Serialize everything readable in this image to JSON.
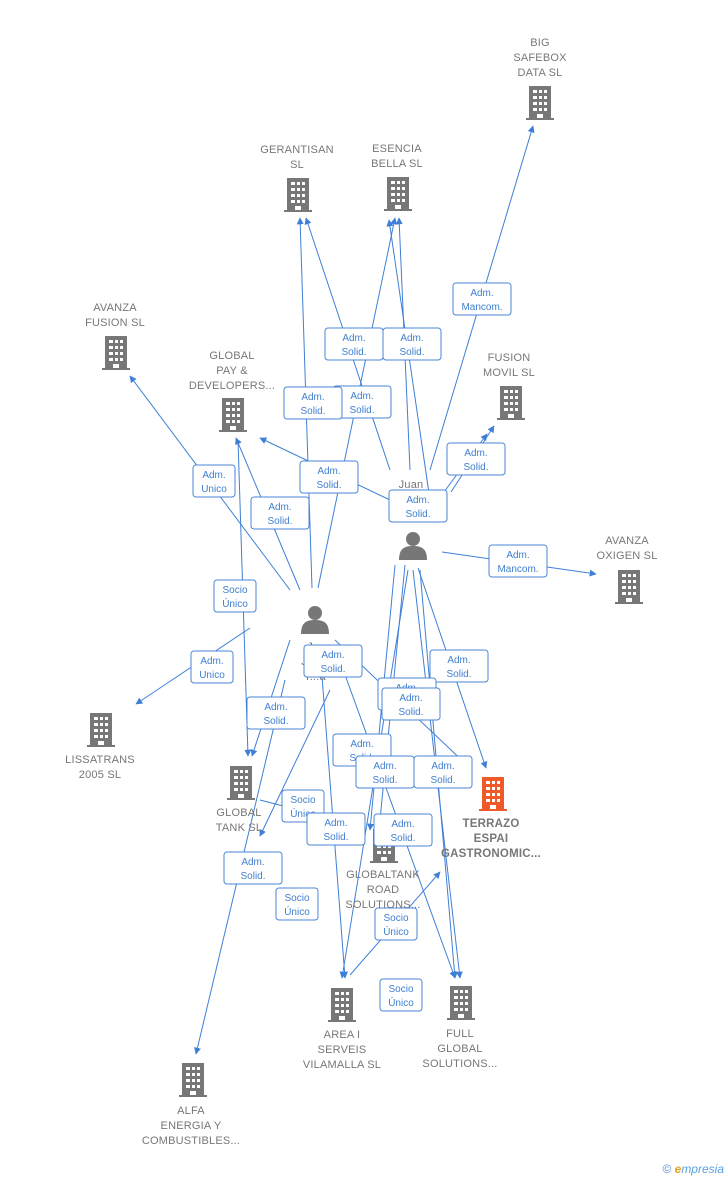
{
  "colors": {
    "edge": "#3f7fd6",
    "building": "#777777",
    "focus_building": "#f05a28",
    "person": "#777777"
  },
  "nodes": [
    {
      "id": "big_safebox",
      "type": "company",
      "lines": [
        "BIG",
        "SAFEBOX",
        "DATA  SL"
      ]
    },
    {
      "id": "gerantisan",
      "type": "company",
      "lines": [
        "GERANTISAN",
        "SL"
      ]
    },
    {
      "id": "esencia",
      "type": "company",
      "lines": [
        "ESENCIA",
        "BELLA  SL"
      ]
    },
    {
      "id": "avanza_fusion",
      "type": "company",
      "lines": [
        "AVANZA",
        "FUSION SL"
      ]
    },
    {
      "id": "global_pay",
      "type": "company",
      "lines": [
        "GLOBAL",
        "PAY &",
        "DEVELOPERS..."
      ]
    },
    {
      "id": "fusion_movil",
      "type": "company",
      "lines": [
        "FUSION",
        "MOVIL  SL"
      ]
    },
    {
      "id": "avanza_oxigen",
      "type": "company",
      "lines": [
        "AVANZA",
        "OXIGEN  SL"
      ]
    },
    {
      "id": "lissatrans",
      "type": "company",
      "lines": [
        "LISSATRANS",
        "2005 SL"
      ]
    },
    {
      "id": "global_tank",
      "type": "company",
      "lines": [
        "GLOBAL",
        "TANK SL"
      ]
    },
    {
      "id": "terrazo",
      "type": "focus",
      "lines": [
        "TERRAZO",
        "ESPAI",
        "GASTRONOMIC..."
      ]
    },
    {
      "id": "globaltank_road",
      "type": "company",
      "lines": [
        "GLOBALTANK",
        "ROAD",
        "SOLUTIONS..."
      ]
    },
    {
      "id": "area_i",
      "type": "company",
      "lines": [
        "AREA I",
        "SERVEIS",
        "VILAMALLA SL"
      ]
    },
    {
      "id": "full_global",
      "type": "company",
      "lines": [
        "FULL",
        "GLOBAL",
        "SOLUTIONS..."
      ]
    },
    {
      "id": "alfa",
      "type": "company",
      "lines": [
        "ALFA",
        "ENERGIA Y",
        "COMBUSTIBLES..."
      ]
    },
    {
      "id": "juan",
      "type": "person",
      "lines": [
        "Juan",
        "J..."
      ]
    },
    {
      "id": "j_person",
      "type": "person",
      "lines": [
        "J...",
        "Jim...",
        "T...a"
      ]
    }
  ],
  "edge_labels": [
    [
      "Adm.",
      "Mancom."
    ],
    [
      "Adm.",
      "Solid."
    ],
    [
      "Adm.",
      "Solid."
    ],
    [
      "Adm.",
      "Solid."
    ],
    [
      "Adm.",
      "Solid."
    ],
    [
      "Adm.",
      "Solid."
    ],
    [
      "Adm.",
      "Unico"
    ],
    [
      "Adm.",
      "Solid."
    ],
    [
      "Adm.",
      "Solid."
    ],
    [
      "Adm.",
      "Solid."
    ],
    [
      "Adm.",
      "Mancom."
    ],
    [
      "Socio",
      "Único"
    ],
    [
      "Adm.",
      "Unico"
    ],
    [
      "Adm.",
      "Solid."
    ],
    [
      "Adm.",
      "Solid."
    ],
    [
      "Adm.",
      "Solid."
    ],
    [
      "Adm.",
      "Solid."
    ],
    [
      "Adm.",
      "Solid."
    ],
    [
      "Adm.",
      "Solid."
    ],
    [
      "Adm.",
      "Solid."
    ],
    [
      "Adm.",
      "Solid."
    ],
    [
      "Socio",
      "Único"
    ],
    [
      "Adm.",
      "Solid."
    ],
    [
      "Adm.",
      "Solid."
    ],
    [
      "Adm.",
      "Solid."
    ],
    [
      "Socio",
      "Único"
    ],
    [
      "Socio",
      "Único"
    ],
    [
      "Socio",
      "Único"
    ]
  ],
  "footer": {
    "copyright": "©",
    "brand_initial": "e",
    "brand_rest": "mpresia"
  }
}
